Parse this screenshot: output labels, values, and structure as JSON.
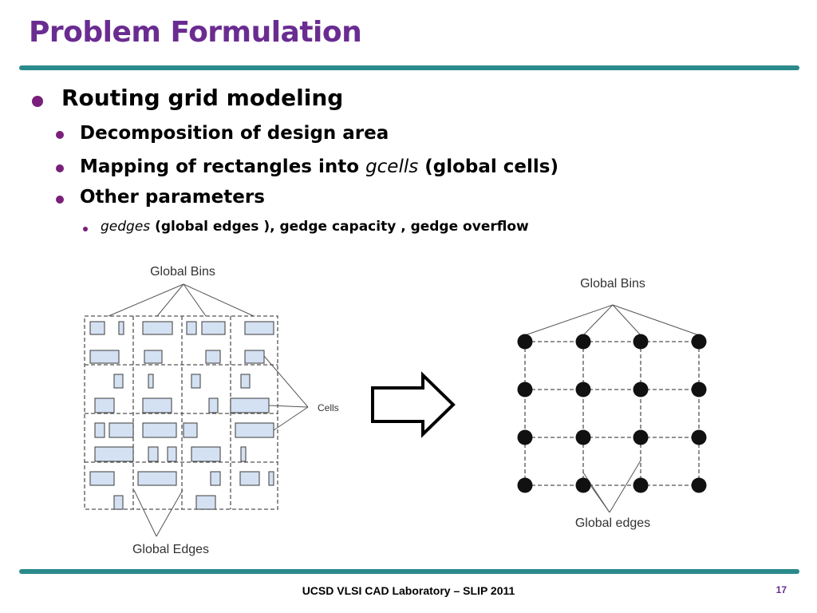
{
  "slide": {
    "title": "Problem Formulation",
    "bullets": {
      "l1": "Routing grid modeling",
      "l2_1": "Decomposition of design area",
      "l2_2_pre": "Mapping of rectangles into ",
      "l2_2_em": "gcells",
      "l2_2_post": " (global cells)",
      "l2_3": "Other parameters",
      "l3_em": "gedges",
      "l3_post": " (global edges ), gedge capacity , gedge overflow"
    },
    "footer": "UCSD VLSI CAD Laboratory – SLIP 2011",
    "page_number": "17"
  },
  "diagram": {
    "left_label_top": "Global Bins",
    "left_label_cells": "Cells",
    "left_label_bottom": "Global Edges",
    "right_label_top": "Global Bins",
    "right_label_bottom": "Global edges"
  },
  "colors": {
    "title": "#6a2c91",
    "rule": "#2a8a8c",
    "bullet": "#7a1f7a",
    "cell_fill": "#d4e1f3",
    "cell_stroke": "#4b4b4b"
  }
}
